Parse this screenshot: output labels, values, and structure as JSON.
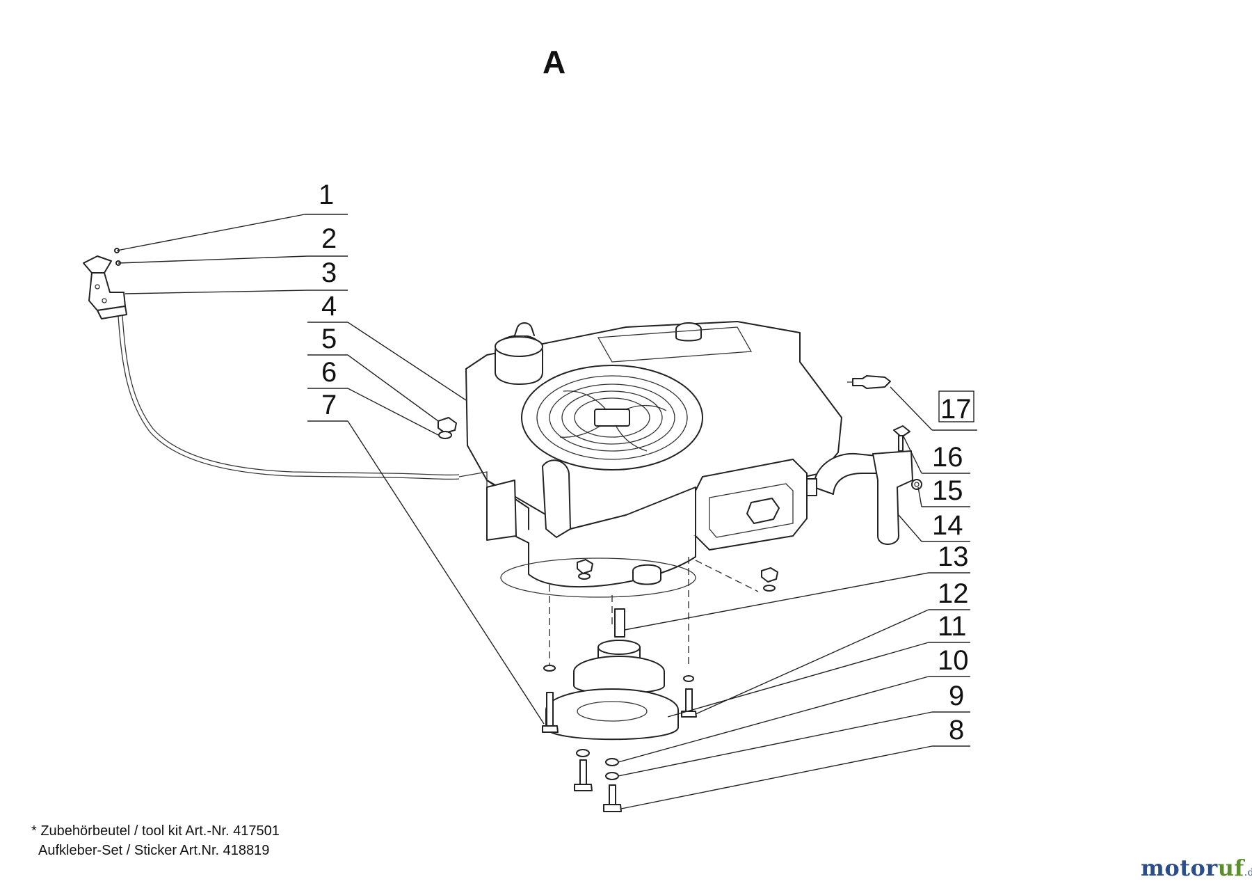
{
  "section_label": "A",
  "callouts": [
    "1",
    "2",
    "3",
    "4",
    "5",
    "6",
    "7",
    "8",
    "9",
    "10",
    "11",
    "12",
    "13",
    "14",
    "15",
    "16",
    "17"
  ],
  "footnote": {
    "line1": "* Zubehörbeutel / tool kit Art.-Nr. 417501",
    "line2": "  Aufkleber-Set / Sticker Art.Nr. 418819"
  },
  "watermark": {
    "part1": "motor",
    "part2": "uf",
    "suffix": ".de"
  }
}
